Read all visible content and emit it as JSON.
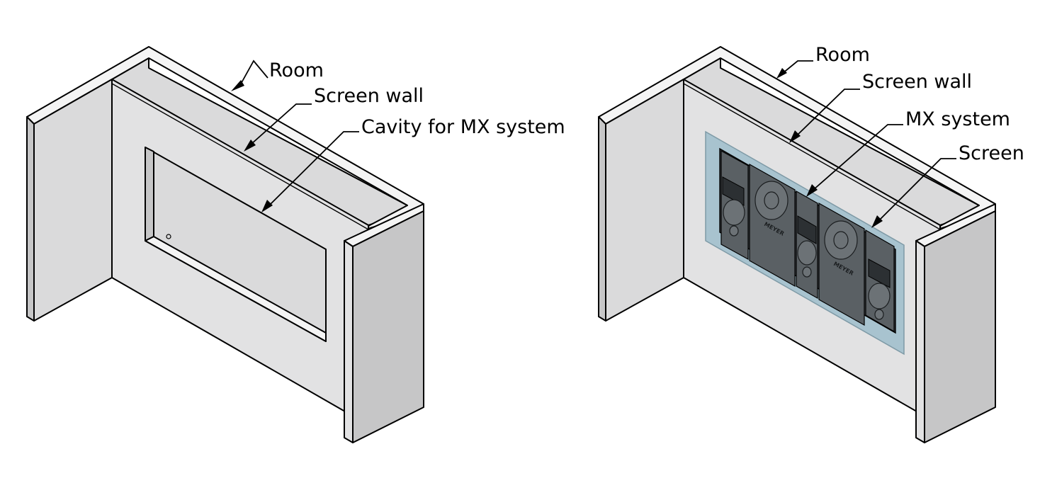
{
  "left_figure": {
    "labels": {
      "room": "Room",
      "screen_wall": "Screen wall",
      "cavity": "Cavity for MX system"
    }
  },
  "right_figure": {
    "labels": {
      "room": "Room",
      "screen_wall": "Screen wall",
      "mx_system": "MX system",
      "screen": "Screen"
    },
    "speaker_brand": "MEYER"
  },
  "colors": {
    "wall_front": "#e2e2e3",
    "wall_side": "#c6c6c7",
    "screen": "#a8c3cf",
    "speaker": "#3f4549"
  }
}
